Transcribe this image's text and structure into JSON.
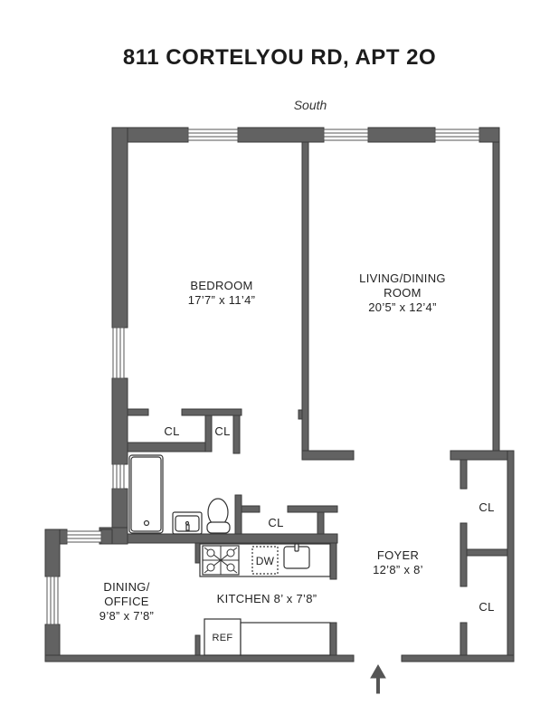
{
  "header": {
    "title": "811 CORTELYOU RD, APT 2O",
    "orientation": "South"
  },
  "colors": {
    "wall": "#626262",
    "wall_outline": "#3a3a3a",
    "text": "#222222",
    "background": "#ffffff"
  },
  "rooms": {
    "bedroom": {
      "name": "BEDROOM",
      "dims": "17’7” x 11’4”"
    },
    "living": {
      "name_line1": "LIVING/DINING",
      "name_line2": "ROOM",
      "dims": "20’5” x 12’4”"
    },
    "dining": {
      "name_line1": "DINING/",
      "name_line2": "OFFICE",
      "dims": "9’8” x 7’8”"
    },
    "kitchen": {
      "label": "KITCHEN 8’ x 7’8”"
    },
    "foyer": {
      "name": "FOYER",
      "dims": "12’8” x 8’"
    }
  },
  "closets": {
    "bedroom_cl1": "CL",
    "bedroom_cl2": "CL",
    "hall_cl": "CL",
    "foyer_cl1": "CL",
    "foyer_cl2": "CL"
  },
  "fixtures": {
    "dishwasher": "DW",
    "refrigerator": "REF"
  },
  "entry_arrow": "entrance"
}
